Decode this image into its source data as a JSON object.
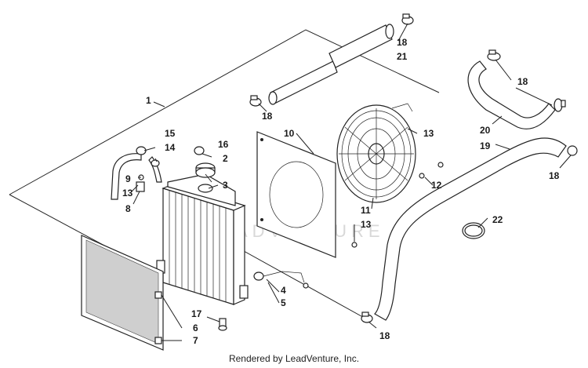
{
  "labels": [
    {
      "key": "p1",
      "text": "1"
    },
    {
      "key": "p2",
      "text": "2"
    },
    {
      "key": "p3",
      "text": "3"
    },
    {
      "key": "p4",
      "text": "4"
    },
    {
      "key": "p5",
      "text": "5"
    },
    {
      "key": "p6",
      "text": "6"
    },
    {
      "key": "p7",
      "text": "7"
    },
    {
      "key": "p8",
      "text": "8"
    },
    {
      "key": "p9",
      "text": "9"
    },
    {
      "key": "p10",
      "text": "10"
    },
    {
      "key": "p11",
      "text": "11"
    },
    {
      "key": "p12",
      "text": "12"
    },
    {
      "key": "p13a",
      "text": "13"
    },
    {
      "key": "p13b",
      "text": "13"
    },
    {
      "key": "p13c",
      "text": "13"
    },
    {
      "key": "p14",
      "text": "14"
    },
    {
      "key": "p15",
      "text": "15"
    },
    {
      "key": "p16",
      "text": "16"
    },
    {
      "key": "p17",
      "text": "17"
    },
    {
      "key": "p18a",
      "text": "18"
    },
    {
      "key": "p18b",
      "text": "18"
    },
    {
      "key": "p18c",
      "text": "18"
    },
    {
      "key": "p18d",
      "text": "18"
    },
    {
      "key": "p18e",
      "text": "18"
    },
    {
      "key": "p19",
      "text": "19"
    },
    {
      "key": "p20",
      "text": "20"
    },
    {
      "key": "p21",
      "text": "21"
    },
    {
      "key": "p22",
      "text": "22"
    }
  ],
  "watermark": "LEADVENTURE",
  "credit": "Rendered by LeadVenture, Inc."
}
